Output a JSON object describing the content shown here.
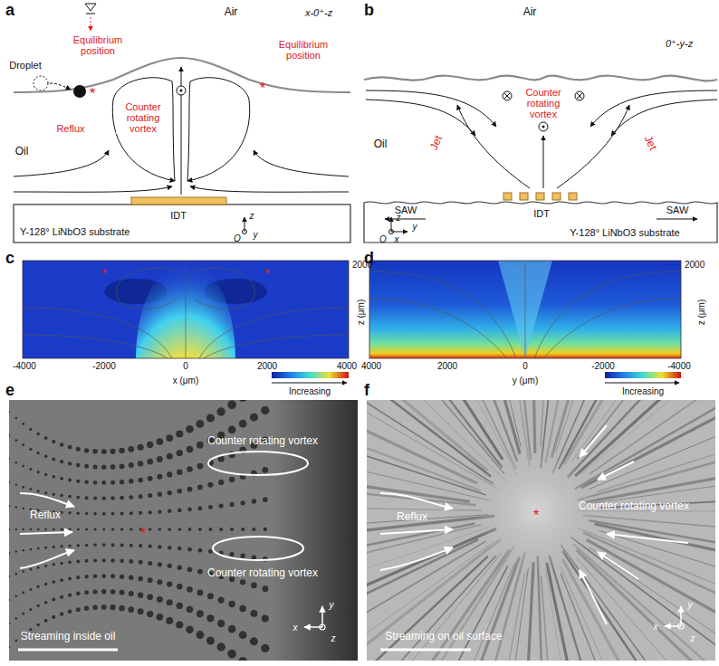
{
  "diagram": {
    "labels": [
      "a",
      "b",
      "c",
      "d",
      "e",
      "f",
      "Air",
      "x-0⁺-z",
      "Droplet",
      "Equilibrium position",
      "Equilibrium position",
      "*",
      "*",
      "Counter rotating vortex",
      "Reflux",
      "Oil",
      "IDT",
      "Y-128° LiNbO3 substrate",
      "z",
      "O",
      "y",
      "Air",
      "0⁺-y-z",
      "Counter rotating vortex",
      "Oil",
      "Jet",
      "Jet",
      "SAW",
      "SAW",
      "IDT",
      "Y-128° LiNbO3 substrate",
      "z",
      "O",
      "x",
      "y",
      "2000",
      "z (μm)",
      "-4000",
      "-2000",
      "0",
      "2000",
      "4000",
      "x (μm)",
      "Increasing",
      "*",
      "*",
      "2000",
      "z (μm)",
      "4000",
      "2000",
      "0",
      "-2000",
      "-4000",
      "y (μm)",
      "Increasing",
      "Counter rotating vortex",
      "Counter rotating vortex",
      "Reflux",
      "*",
      "Streaming inside oil",
      "y",
      "x",
      "z",
      "Reflux",
      "Counter rotating vortex",
      "*",
      "Streaming on oil surface",
      "y",
      "x",
      "z"
    ]
  }
}
